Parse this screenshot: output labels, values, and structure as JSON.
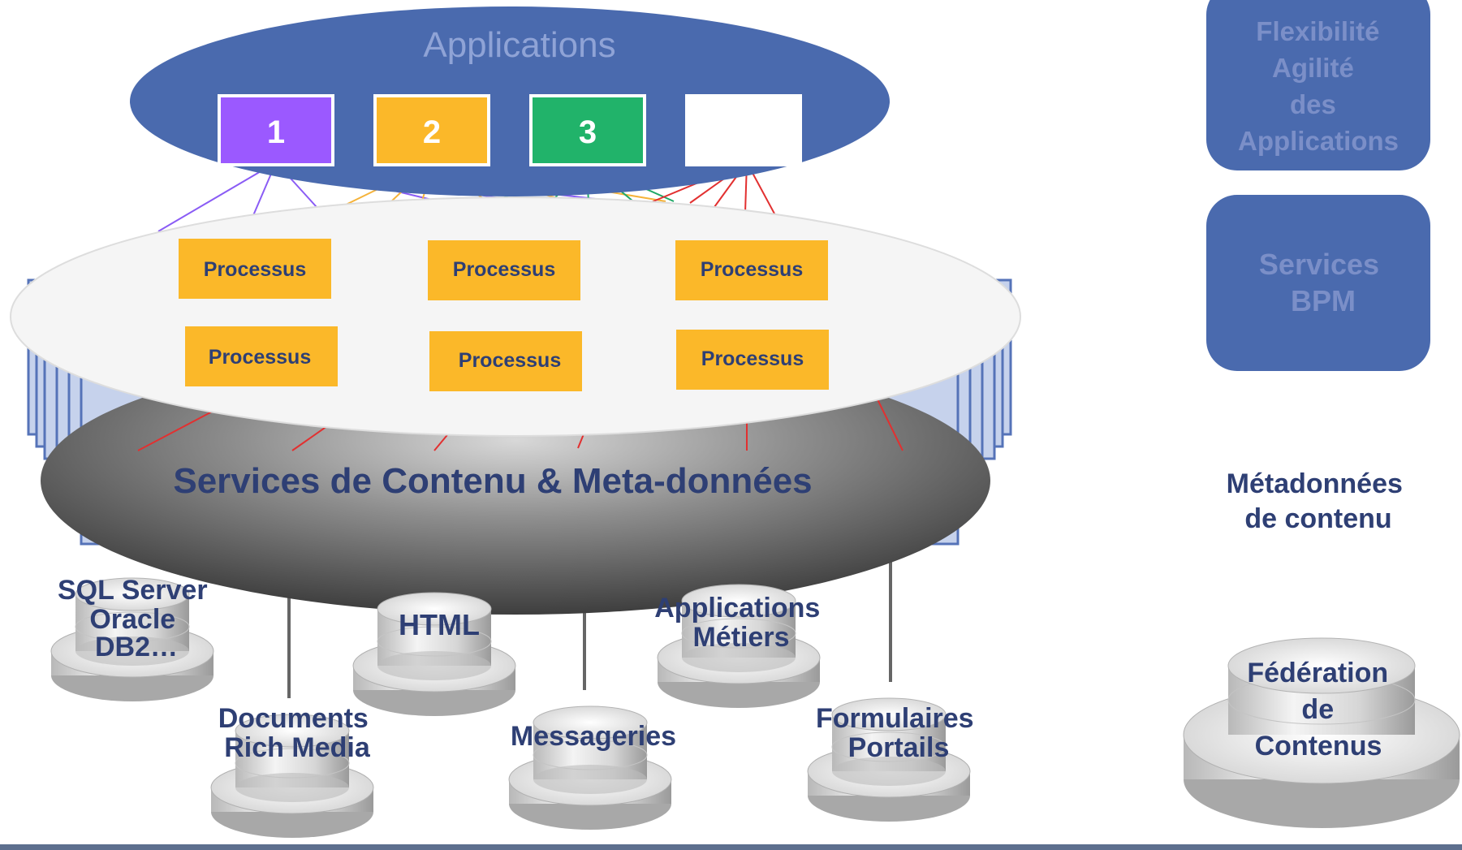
{
  "applications": {
    "title": "Applications",
    "boxes": [
      {
        "label": "1",
        "color": "#9b59ff"
      },
      {
        "label": "2",
        "color": "#fbb829"
      },
      {
        "label": "3",
        "color": "#21b36a"
      },
      {
        "label": "",
        "color": "#ffffff"
      }
    ]
  },
  "processes": [
    "Processus",
    "Processus",
    "Processus",
    "Processus",
    "Processus",
    "Processus"
  ],
  "content_services": {
    "title": "Services de Contenu & Meta-données"
  },
  "sources": {
    "sql": [
      "SQL Server",
      "Oracle",
      "DB2…"
    ],
    "documents": [
      "Documents",
      "Rich Media"
    ],
    "html": [
      "HTML"
    ],
    "messageries": [
      "Messageries"
    ],
    "applications_metiers": [
      "Applications",
      "Métiers"
    ],
    "formulaires": [
      "Formulaires",
      "Portails"
    ]
  },
  "right_panel": {
    "flexibilite": [
      "Flexibilité",
      "Agilité",
      "des",
      "Applications"
    ],
    "services_bpm": [
      "Services",
      "BPM"
    ],
    "metadonnees": [
      "Métadonnées",
      "de contenu"
    ],
    "federation": [
      "Fédération",
      "de",
      "Contenus"
    ]
  },
  "colors": {
    "app_ellipse": "#4a6aae",
    "process_box": "#fbb829",
    "navy_text": "#2e3f74",
    "panel_box": "#4a6aae",
    "panel_text": "#7b8fc8",
    "link_purple": "#8a5cf5",
    "link_orange": "#f5b33a",
    "link_green": "#1fa867",
    "link_red": "#e23030"
  }
}
